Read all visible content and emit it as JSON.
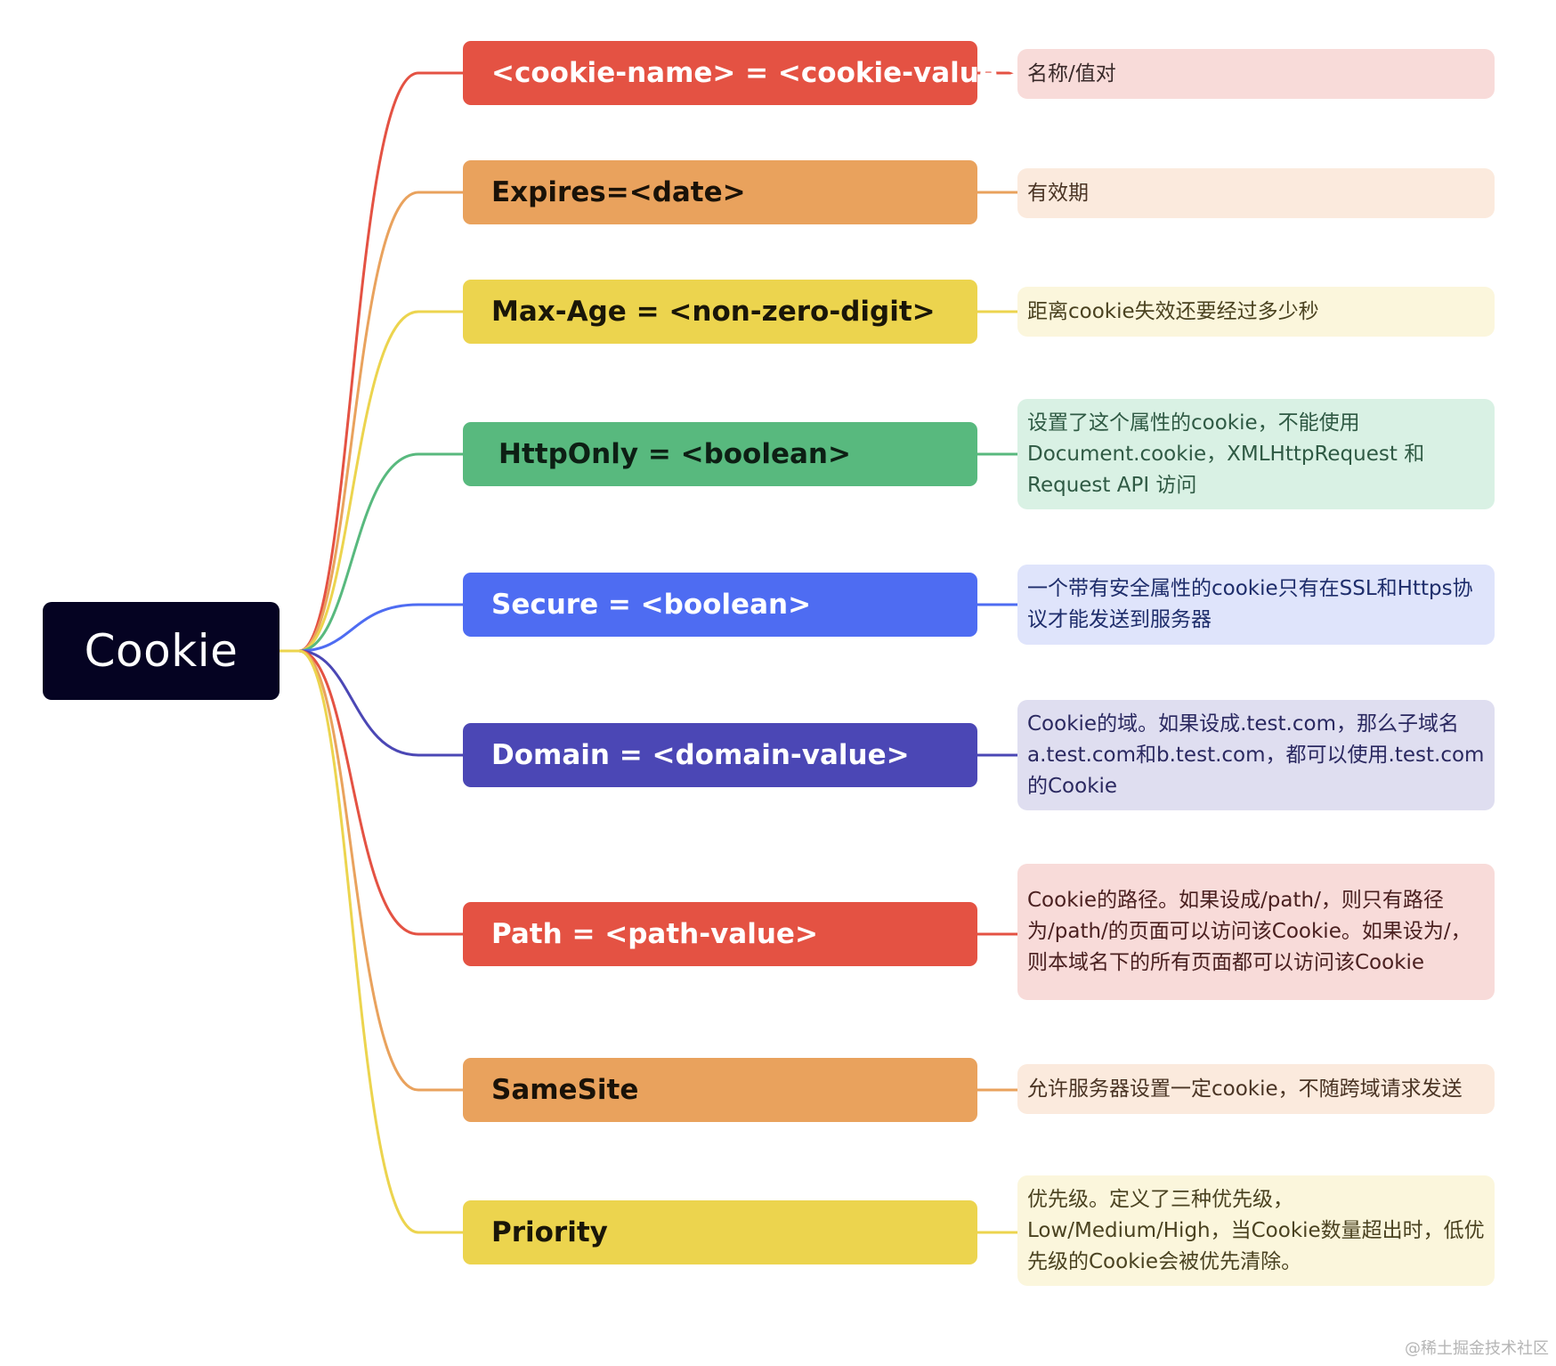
{
  "root": {
    "label": "Cookie",
    "color": "#050322"
  },
  "branches": [
    {
      "label": "<cookie-name> = <cookie-value>",
      "note": "名称/值对",
      "color": "#e45243",
      "text_color": "#ffffff",
      "note_bg": "#f8dbd9",
      "note_text": "#3a2a2a"
    },
    {
      "label": "Expires=<date>",
      "note": "有效期",
      "color": "#e9a25d",
      "text_color": "#1a1208",
      "note_bg": "#fbeadd",
      "note_text": "#4a3424"
    },
    {
      "label": "Max-Age = <non-zero-digit>",
      "note": "距离cookie失效还要经过多少秒",
      "color": "#ecd44e",
      "text_color": "#1a1608",
      "note_bg": "#fbf6dc",
      "note_text": "#4a4220"
    },
    {
      "label": "HttpOnly = <boolean>",
      "note": "设置了这个属性的cookie，不能使用Document.cookie，XMLHttpRequest 和 Request API 访问",
      "color": "#58b97e",
      "text_color": "#0d1f14",
      "note_bg": "#d9f1e4",
      "note_text": "#2f5a44"
    },
    {
      "label": "Secure = <boolean>",
      "note": "一个带有安全属性的cookie只有在SSL和Https协议才能发送到服务器",
      "color": "#4e6cf2",
      "text_color": "#ffffff",
      "note_bg": "#dfe4fb",
      "note_text": "#1e2d6b"
    },
    {
      "label": "Domain = <domain-value>",
      "note": "Cookie的域。如果设成.test.com，那么子域名a.test.com和b.test.com，都可以使用.test.com的Cookie",
      "color": "#4b47b5",
      "text_color": "#ffffff",
      "note_bg": "#dfdef0",
      "note_text": "#2a2860"
    },
    {
      "label": "Path = <path-value>",
      "note": "Cookie的路径。如果设成/path/，则只有路径为/path/的页面可以访问该Cookie。如果设为/，则本域名下的所有页面都可以访问该Cookie",
      "color": "#e45243",
      "text_color": "#ffffff",
      "note_bg": "#f8dbd9",
      "note_text": "#4a2020"
    },
    {
      "label": "SameSite",
      "note": "允许服务器设置一定cookie，不随跨域请求发送",
      "color": "#e9a25d",
      "text_color": "#1a1208",
      "note_bg": "#fbeadd",
      "note_text": "#4a3424"
    },
    {
      "label": "Priority",
      "note": "优先级。定义了三种优先级，Low/Medium/High，当Cookie数量超出时，低优先级的Cookie会被优先清除。",
      "color": "#ecd44e",
      "text_color": "#1a1608",
      "note_bg": "#fbf6dc",
      "note_text": "#4a4220"
    }
  ],
  "watermark": "@稀土掘金技术社区"
}
